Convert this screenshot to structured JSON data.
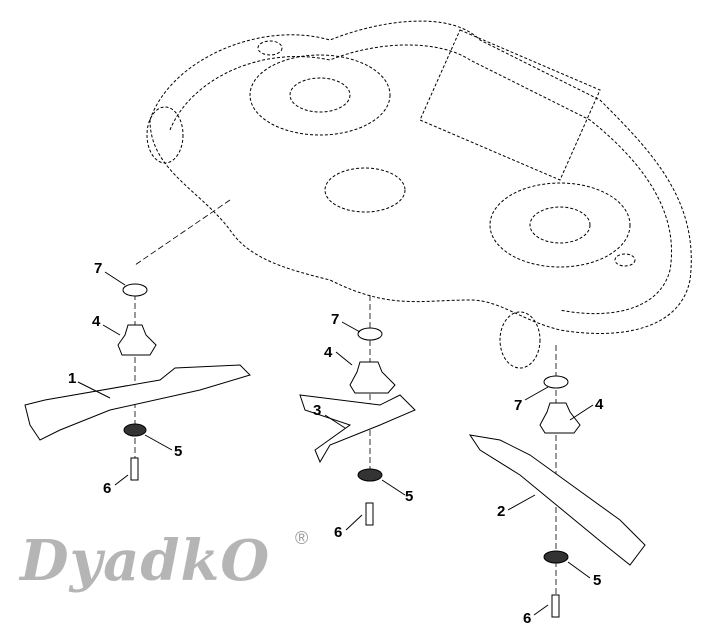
{
  "watermark": {
    "text": "DyadkO",
    "mark": "®"
  },
  "groups": [
    {
      "name": "left",
      "labels": [
        "7",
        "4",
        "1",
        "5",
        "6"
      ]
    },
    {
      "name": "middle",
      "labels": [
        "7",
        "4",
        "3",
        "5",
        "6"
      ]
    },
    {
      "name": "right",
      "labels": [
        "7",
        "4",
        "2",
        "5",
        "6"
      ]
    }
  ]
}
